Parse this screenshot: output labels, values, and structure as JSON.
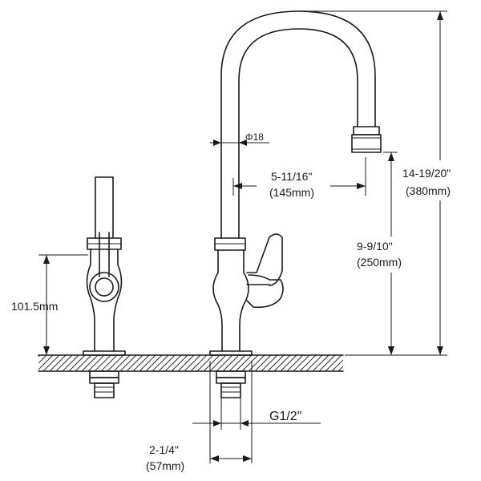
{
  "diagram": {
    "dimensions": {
      "handle_height": "101.5mm",
      "outlet_diameter": "Φ18",
      "reach_imperial": "5-11/16\"",
      "reach_metric": "(145mm)",
      "spout_height_imperial": "9-9/10\"",
      "spout_height_metric": "(250mm)",
      "total_height_imperial": "14-19/20\"",
      "total_height_metric": "(380mm)",
      "thread": "G1/2\"",
      "spacing_imperial": "2-1/4\"",
      "spacing_metric": "(57mm)"
    }
  }
}
